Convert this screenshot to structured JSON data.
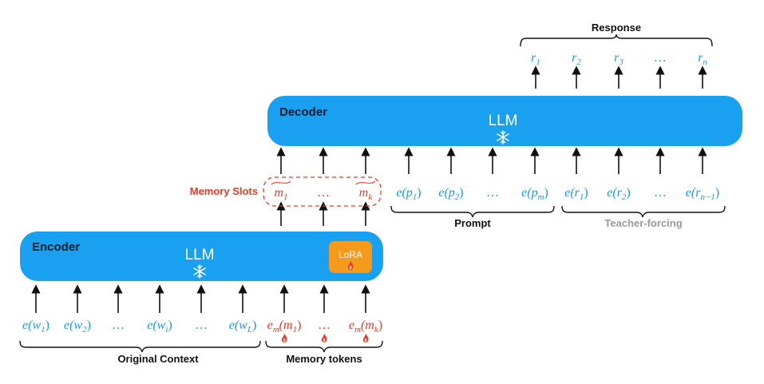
{
  "colors": {
    "llm_blue": "#1aa0f0",
    "token_blue": "#1a9be0",
    "memory_red": "#e53a2a",
    "lora_orange": "#f59a1b",
    "teacher_gray": "#9a9a9a",
    "arrow_black": "#111111"
  },
  "decoder": {
    "title": "Decoder",
    "llm_label": "LLM",
    "icon": "snowflake-icon"
  },
  "encoder": {
    "title": "Encoder",
    "llm_label": "LLM",
    "icon": "snowflake-icon",
    "lora_label": "LoRA",
    "lora_icon": "flame-icon"
  },
  "response": {
    "label": "Response",
    "tokens": [
      {
        "base": "r",
        "sub": "1"
      },
      {
        "base": "r",
        "sub": "2"
      },
      {
        "base": "r",
        "sub": "3"
      },
      {
        "base": "…",
        "sub": ""
      },
      {
        "base": "r",
        "sub": "n"
      }
    ]
  },
  "memory_slots": {
    "label": "Memory Slots",
    "tokens": [
      {
        "base": "m",
        "sub": "1"
      },
      {
        "base": "…",
        "sub": ""
      },
      {
        "base": "m",
        "sub": "k"
      }
    ]
  },
  "prompt": {
    "label": "Prompt",
    "tokens": [
      {
        "text": "e(p",
        "sub": "1",
        "tail": ")"
      },
      {
        "text": "e(p",
        "sub": "2",
        "tail": ")"
      },
      {
        "text": "…",
        "sub": "",
        "tail": ""
      },
      {
        "text": "e(p",
        "sub": "m",
        "tail": ")"
      }
    ]
  },
  "teacher_forcing": {
    "label": "Teacher-forcing",
    "tokens": [
      {
        "text": "e(r",
        "sub": "1",
        "tail": ")"
      },
      {
        "text": "e(r",
        "sub": "2",
        "tail": ")"
      },
      {
        "text": "…",
        "sub": "",
        "tail": ""
      },
      {
        "text": "e(r",
        "sub": "n−1",
        "tail": ")"
      }
    ]
  },
  "original_context": {
    "label": "Original Context",
    "tokens": [
      {
        "text": "e(w",
        "sub": "1",
        "tail": ")"
      },
      {
        "text": "e(w",
        "sub": "2",
        "tail": ")"
      },
      {
        "text": "…",
        "sub": "",
        "tail": ""
      },
      {
        "text": "e(w",
        "sub": "i",
        "tail": ")"
      },
      {
        "text": "…",
        "sub": "",
        "tail": ""
      },
      {
        "text": "e(w",
        "sub": "L",
        "tail": ")"
      }
    ]
  },
  "memory_tokens": {
    "label": "Memory tokens",
    "icon": "flame-icon",
    "tokens": [
      {
        "text": "e",
        "esub": "m",
        "mid": "(m",
        "sub": "1",
        "tail": ")"
      },
      {
        "text": "…",
        "esub": "",
        "mid": "",
        "sub": "",
        "tail": ""
      },
      {
        "text": "e",
        "esub": "m",
        "mid": "(m",
        "sub": "k",
        "tail": ")"
      }
    ]
  }
}
